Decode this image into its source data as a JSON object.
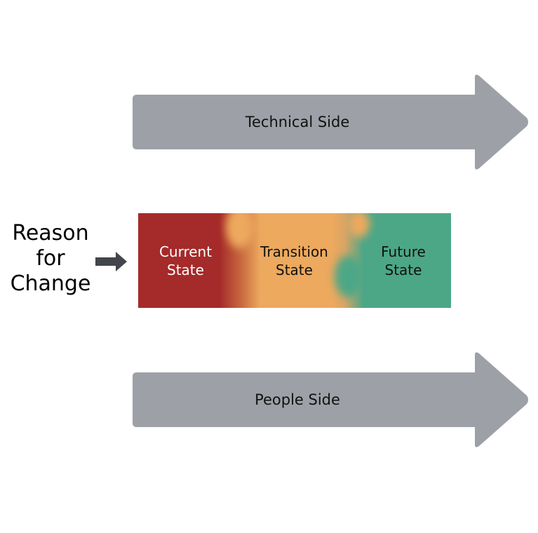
{
  "diagram": {
    "technical_side": "Technical Side",
    "people_side": "People Side",
    "reason": {
      "line1": "Reason",
      "line2": "for",
      "line3": "Change"
    },
    "states": [
      {
        "line1": "Current",
        "line2": "State",
        "color": "#a52a2a"
      },
      {
        "line1": "Transition",
        "line2": "State",
        "color": "#eda95e"
      },
      {
        "line1": "Future",
        "line2": "State",
        "color": "#4ca787"
      }
    ],
    "arrow_color": "#9da1a7",
    "small_arrow_color": "#42464b"
  }
}
